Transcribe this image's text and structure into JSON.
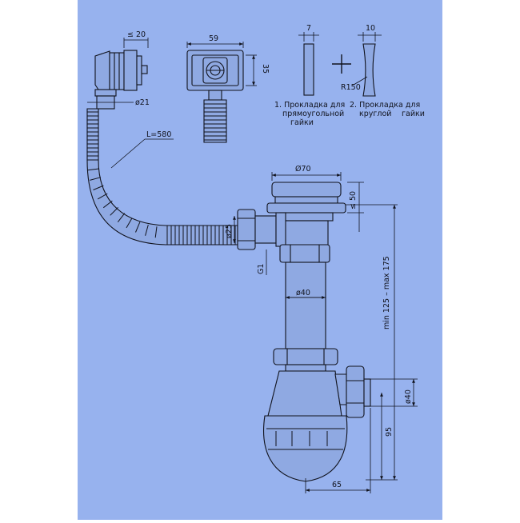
{
  "colors": {
    "background": "#97b2ee",
    "line": "#10121c",
    "part_fill": "#8fa9e2",
    "page": "#ffffff"
  },
  "dimensions": {
    "overflow_offset": "≤ 20",
    "overflow_width": "59",
    "overflow_height": "35",
    "hose_diameter": "ø21",
    "hose_length": "L=580",
    "strainer_diameter": "Ø70",
    "strainer_height": "≤ 50",
    "side_inlet_diameter": "ø25",
    "thread": "G1",
    "tube_diameter": "ø40",
    "height_range": "min 125 – max 175",
    "outlet_diameter": "ø40",
    "outlet_height": "95",
    "outlet_offset": "65",
    "gasket1_thickness": "7",
    "gasket2_thickness": "10",
    "gasket2_radius": "R150"
  },
  "notes": {
    "note1": "1. Прокладка для",
    "note1_line2": "прямоугольной",
    "note1_line3": "гайки",
    "note2": "2. Прокладка для",
    "note2_line2": "круглой",
    "note2_line3": "гайки"
  }
}
